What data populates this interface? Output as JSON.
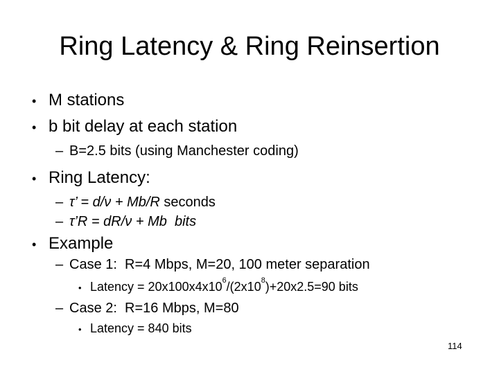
{
  "slide": {
    "title": "Ring Latency & Ring Reinsertion",
    "page_number": "114",
    "colors": {
      "background": "#ffffff",
      "text": "#000000"
    },
    "lines": {
      "m_stations": {
        "marker": "•",
        "text": "M stations"
      },
      "b_bit_delay": {
        "marker": "•",
        "text": "b bit delay at each station"
      },
      "b_value": {
        "marker": "–",
        "text": "B=2.5 bits (using Manchester coding)"
      },
      "ring_latency": {
        "marker": "•",
        "text": "Ring Latency:"
      },
      "formula_seconds": {
        "marker": "–",
        "formula": "τ’ = d/ν + Mb/R",
        "suffix": " seconds"
      },
      "formula_bits": {
        "marker": "–",
        "formula": "τ’R = dR/ν + Mb  bits"
      },
      "example": {
        "marker": "•",
        "text": "Example"
      },
      "case1": {
        "marker": "–",
        "text": "Case 1:  R=4 Mbps, M=20, 100 meter separation"
      },
      "case1_latency": {
        "marker": "•",
        "pre": "Latency = 20x100x4x10",
        "sup1": "6",
        "mid": "/(2x10",
        "sup2": "8",
        "post": ")+20x2.5=90 bits"
      },
      "case2": {
        "marker": "–",
        "text": "Case 2:  R=16 Mbps, M=80"
      },
      "case2_latency": {
        "marker": "•",
        "text": "Latency = 840 bits"
      }
    }
  }
}
